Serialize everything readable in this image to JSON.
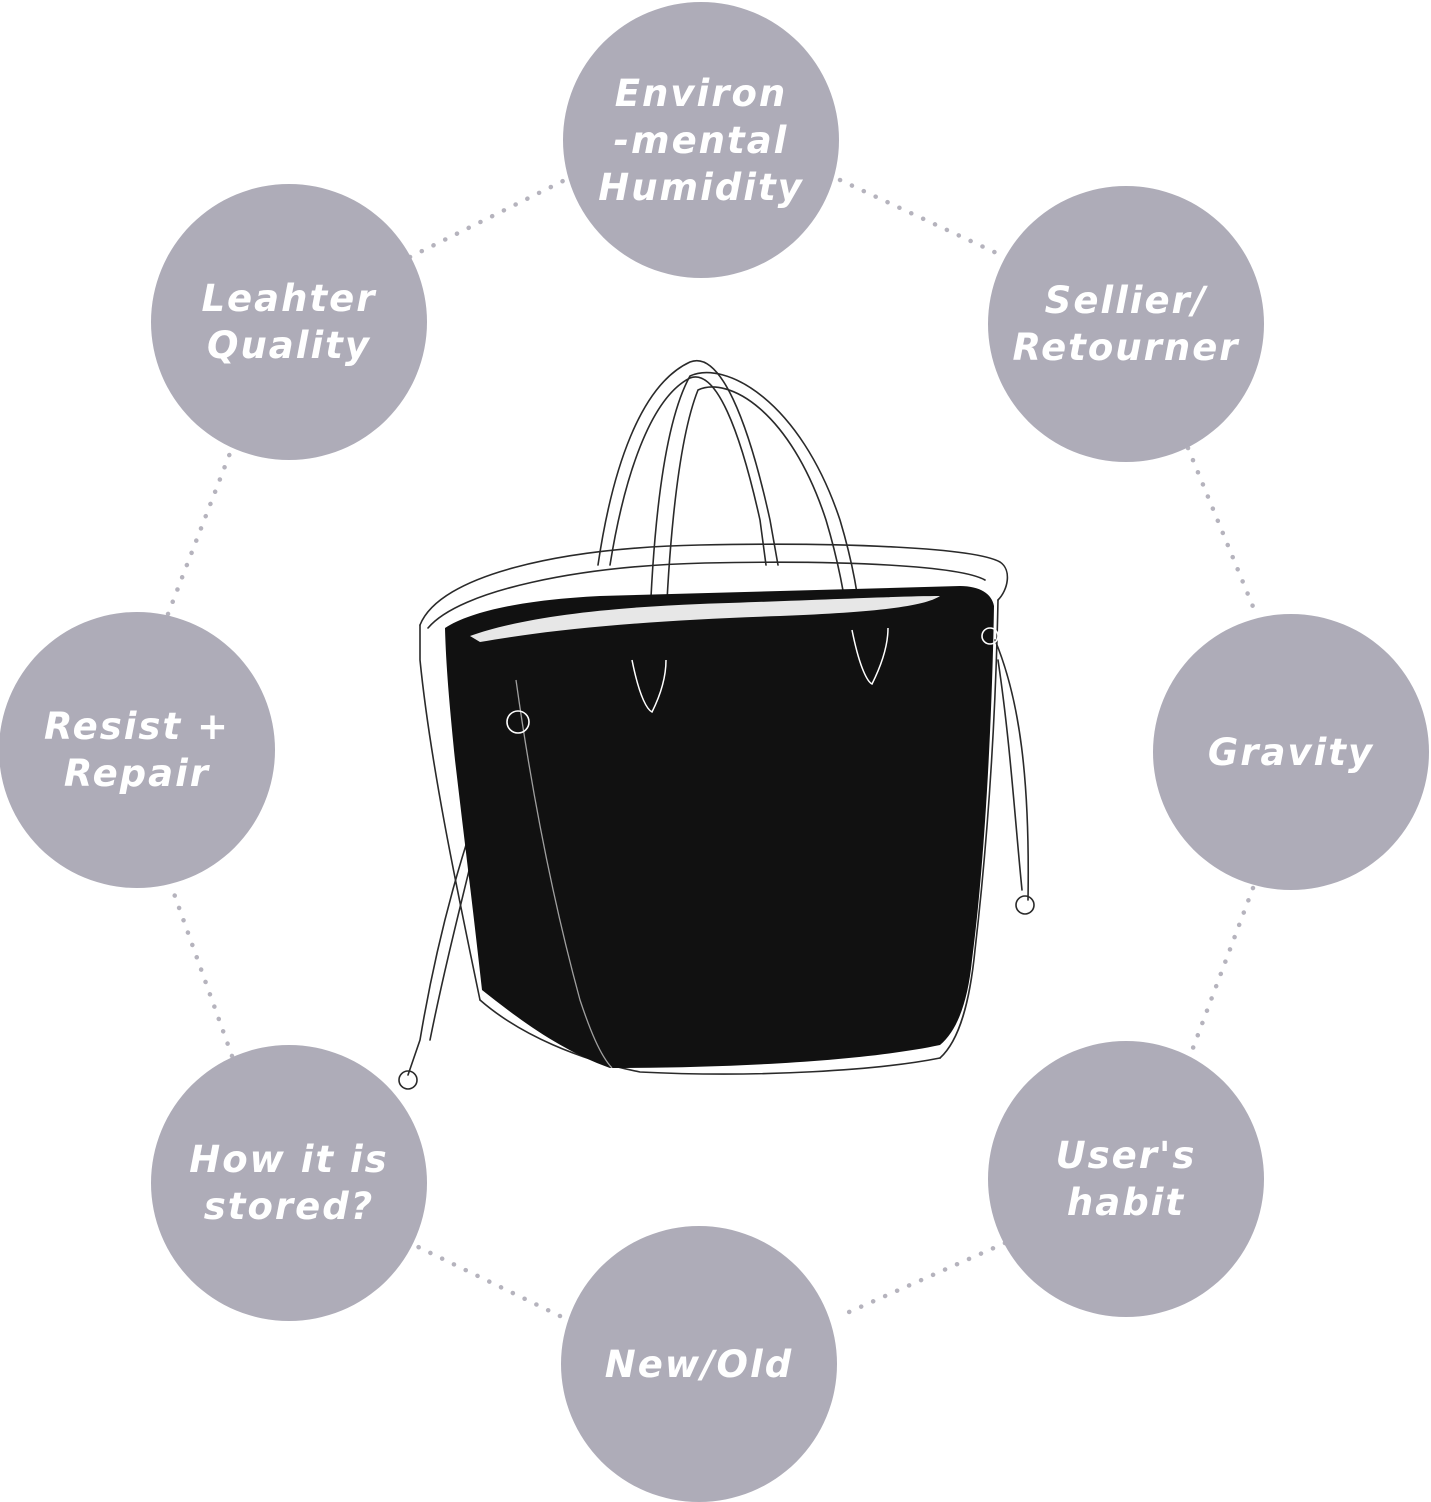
{
  "colors": {
    "circle_fill": "#aeacb8",
    "label_text": "#ffffff",
    "dot_line": "#b5b3bd",
    "bag_insert": "#111111",
    "bag_outline": "#2a2a2a"
  },
  "center_illustration": "tote-bag-with-black-insert",
  "factors": [
    {
      "id": "environmental-humidity",
      "label": "Environ\n-mental\nHumidity"
    },
    {
      "id": "seller-returner",
      "label": "Sellier/\nRetourner"
    },
    {
      "id": "gravity",
      "label": "Gravity"
    },
    {
      "id": "users-habit",
      "label": "User's\nhabit"
    },
    {
      "id": "new-old",
      "label": "New/Old"
    },
    {
      "id": "how-stored",
      "label": "How it is\nstored?"
    },
    {
      "id": "resist-repair",
      "label": "Resist +\nRepair"
    },
    {
      "id": "leather-quality",
      "label": "Leahter\nQuality"
    }
  ]
}
